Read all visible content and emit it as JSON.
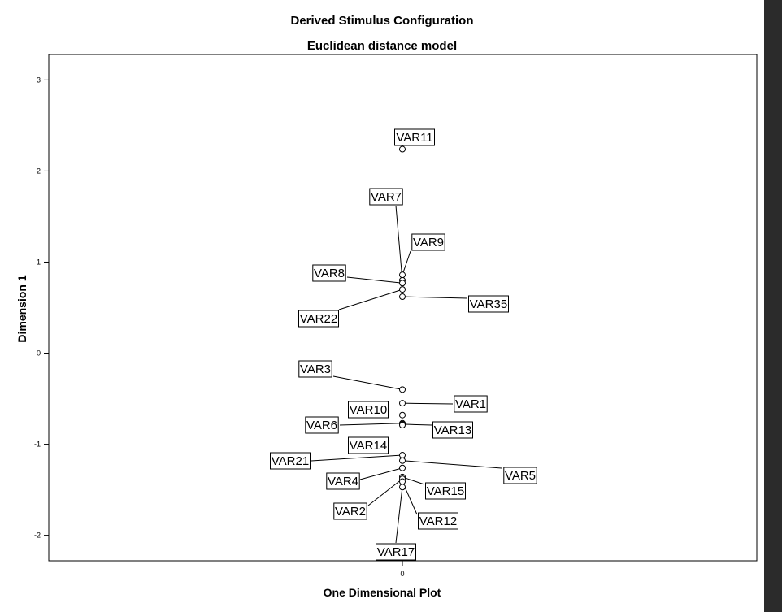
{
  "chart_data": {
    "type": "scatter",
    "title": "Derived Stimulus Configuration",
    "subtitle": "Euclidean distance model",
    "xlabel": "One Dimensional Plot",
    "ylabel": "Dimension 1",
    "xticks": [
      "0"
    ],
    "yticks": [
      3,
      2,
      1,
      0,
      -1,
      -2
    ],
    "ylim": [
      -2.28,
      3.28
    ],
    "grid": false,
    "points": [
      {
        "label": "VAR11",
        "x": 0,
        "y": 2.24
      },
      {
        "label": "VAR7",
        "x": 0,
        "y": 0.8
      },
      {
        "label": "VAR9",
        "x": 0,
        "y": 0.86
      },
      {
        "label": "VAR8",
        "x": 0,
        "y": 0.77
      },
      {
        "label": "VAR22",
        "x": 0,
        "y": 0.7
      },
      {
        "label": "VAR35",
        "x": 0,
        "y": 0.62
      },
      {
        "label": "VAR3",
        "x": 0,
        "y": -0.4
      },
      {
        "label": "VAR1",
        "x": 0,
        "y": -0.55
      },
      {
        "label": "VAR10",
        "x": 0,
        "y": -0.68
      },
      {
        "label": "VAR6",
        "x": 0,
        "y": -0.77
      },
      {
        "label": "VAR13",
        "x": 0,
        "y": -0.78
      },
      {
        "label": "VAR14",
        "x": 0,
        "y": -0.79
      },
      {
        "label": "VAR21",
        "x": 0,
        "y": -1.12
      },
      {
        "label": "VAR5",
        "x": 0,
        "y": -1.18
      },
      {
        "label": "VAR4",
        "x": 0,
        "y": -1.26
      },
      {
        "label": "VAR15",
        "x": 0,
        "y": -1.36
      },
      {
        "label": "VAR2",
        "x": 0,
        "y": -1.38
      },
      {
        "label": "VAR12",
        "x": 0,
        "y": -1.41
      },
      {
        "label": "VAR17",
        "x": 0,
        "y": -1.47
      }
    ]
  }
}
